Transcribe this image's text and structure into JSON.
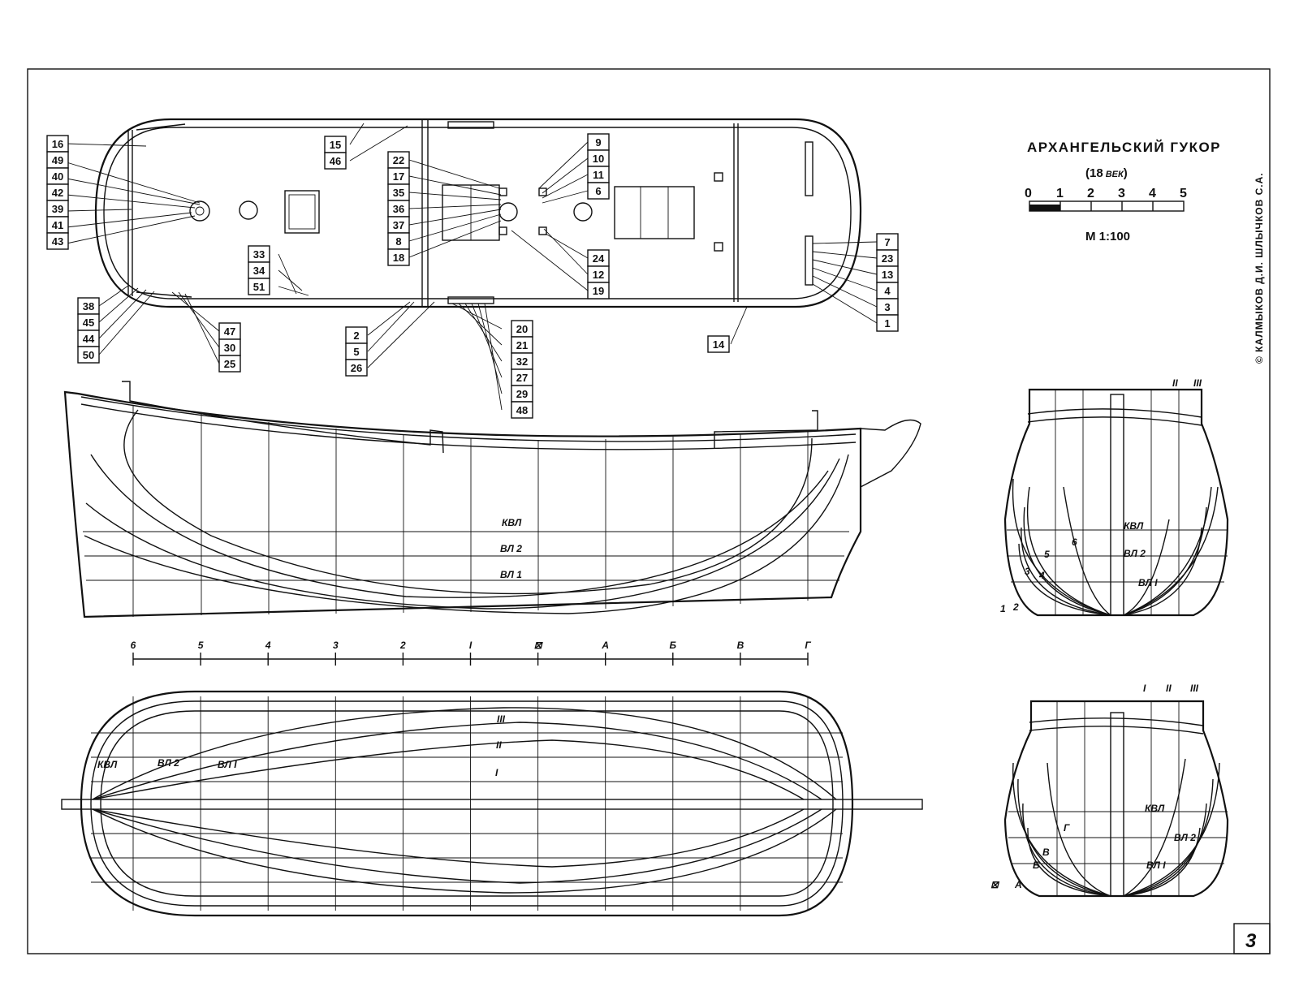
{
  "title": "АРХАНГЕЛЬСКИЙ ГУКОР",
  "subtitle_num": "(18",
  "subtitle_word": "ВЕК",
  "subtitle_close": ")",
  "scale_bar": {
    "ticks": [
      "0",
      "1",
      "2",
      "3",
      "4",
      "5"
    ]
  },
  "scale_text": "М 1:100",
  "copyright": "© КАЛМЫКОВ Д.И. ШЛЫЧКОВ С.А.",
  "page_number": "3",
  "deck_plan": {
    "callouts_left_upper": [
      "16",
      "49",
      "40",
      "42",
      "39",
      "41",
      "43"
    ],
    "callouts_left_lower": [
      "38",
      "45",
      "44",
      "50"
    ],
    "callouts_bottom_a": [
      "47",
      "30",
      "25"
    ],
    "callouts_mid_a": [
      "33",
      "34",
      "51"
    ],
    "callouts_top_mid": [
      "15",
      "46"
    ],
    "callouts_center": [
      "22",
      "17",
      "35",
      "36",
      "37",
      "8",
      "18"
    ],
    "callouts_center_right_top": [
      "9",
      "10",
      "11",
      "6"
    ],
    "callouts_center_right_bottom": [
      "24",
      "12",
      "19"
    ],
    "callouts_bottom_b": [
      "2",
      "5",
      "26"
    ],
    "callouts_bottom_c": [
      "20",
      "21",
      "32",
      "27",
      "29",
      "48"
    ],
    "callouts_stern_right": [
      "7",
      "23",
      "13",
      "4",
      "3",
      "1"
    ],
    "callout_14": "14"
  },
  "profile": {
    "waterlines": [
      "КВЛ",
      "ВЛ 2",
      "ВЛ 1"
    ]
  },
  "station_axis": [
    "6",
    "5",
    "4",
    "3",
    "2",
    "I",
    "⊠",
    "А",
    "Б",
    "В",
    "Г"
  ],
  "half_breadth": {
    "waterlines": [
      "КВЛ",
      "ВЛ 2",
      "ВЛ I"
    ],
    "buttocks": [
      "III",
      "II",
      "I"
    ]
  },
  "body_upper": {
    "top_labels": [
      "II",
      "III"
    ],
    "labels": [
      "КВЛ",
      "ВЛ 2",
      "ВЛ I",
      "6",
      "5",
      "4",
      "3",
      "1",
      "2"
    ]
  },
  "body_lower": {
    "top_labels": [
      "I",
      "II",
      "III"
    ],
    "labels": [
      "КВЛ",
      "ВЛ 2",
      "ВЛ I",
      "Г",
      "В",
      "Б",
      "А",
      "⊠"
    ]
  }
}
